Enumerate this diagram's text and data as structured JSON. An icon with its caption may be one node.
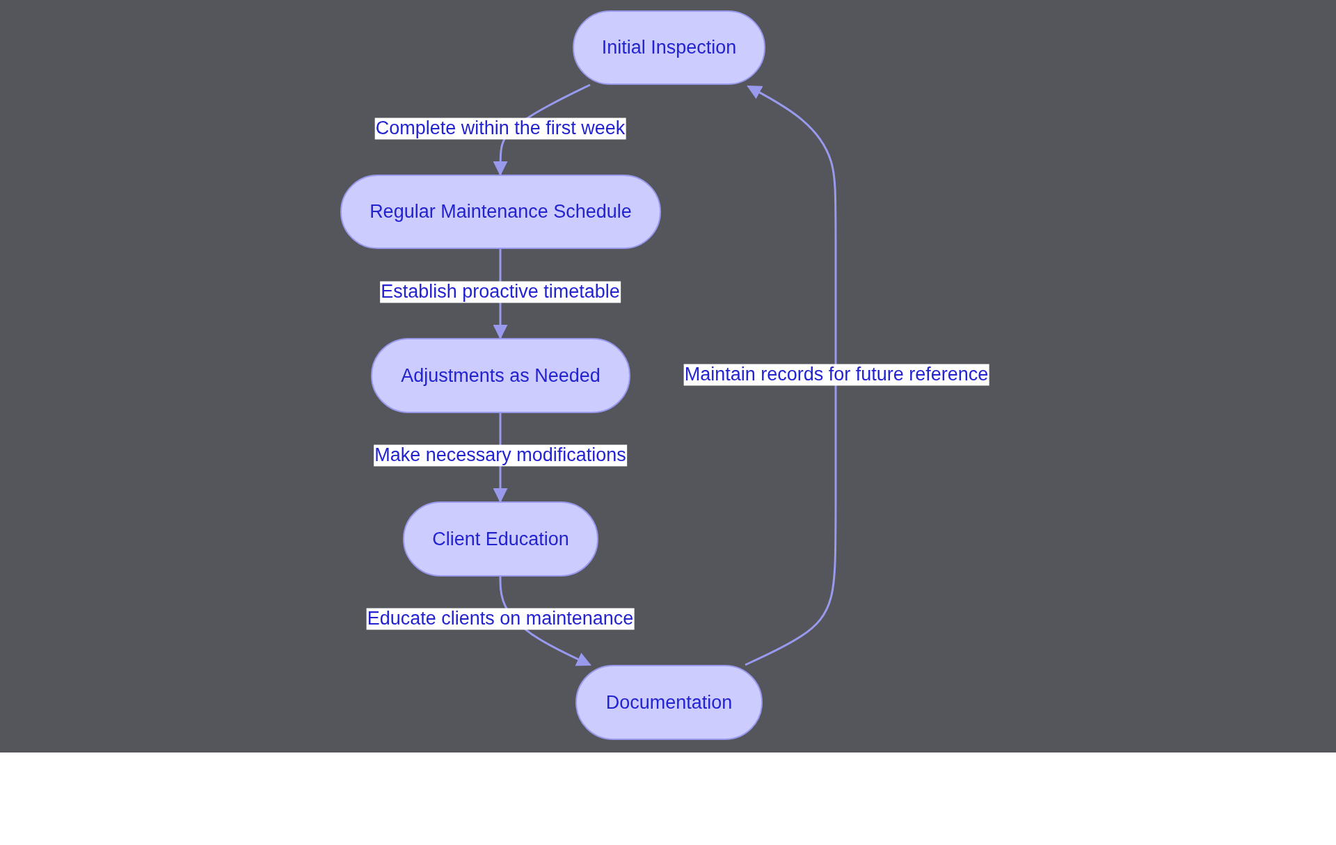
{
  "diagram": {
    "nodes": [
      {
        "text": [
          "Initial Inspection"
        ]
      },
      {
        "text": [
          "Regular Maintenance Schedule"
        ]
      },
      {
        "text": [
          "Adjustments as Needed"
        ]
      },
      {
        "text": [
          "Client Education"
        ]
      },
      {
        "text": [
          "Documentation"
        ]
      }
    ],
    "edges": [
      {
        "from": 0,
        "to": 1,
        "arrow": "to",
        "label": "Complete within the first week"
      },
      {
        "from": 1,
        "to": 2,
        "arrow": "to",
        "label": "Establish proactive timetable"
      },
      {
        "from": 2,
        "to": 3,
        "arrow": "to",
        "label": "Make necessary modifications"
      },
      {
        "from": 3,
        "to": 4,
        "arrow": "to",
        "label": "Educate clients on maintenance"
      },
      {
        "from": 4,
        "to": 0,
        "arrow": "to",
        "label": "Maintain records for future reference"
      }
    ]
  }
}
